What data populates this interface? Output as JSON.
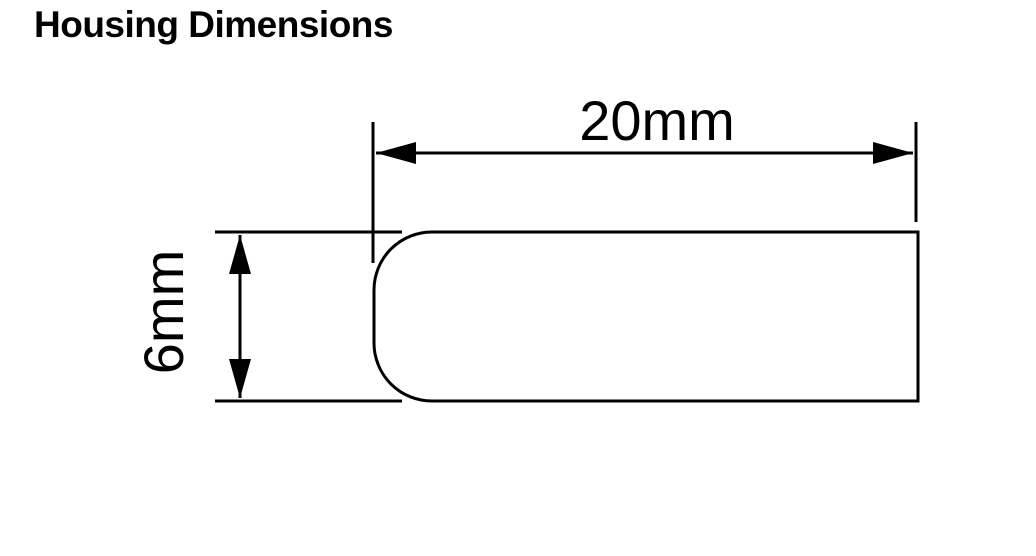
{
  "title": "Housing Dimensions",
  "width_label": "20mm",
  "height_label": "6mm"
}
